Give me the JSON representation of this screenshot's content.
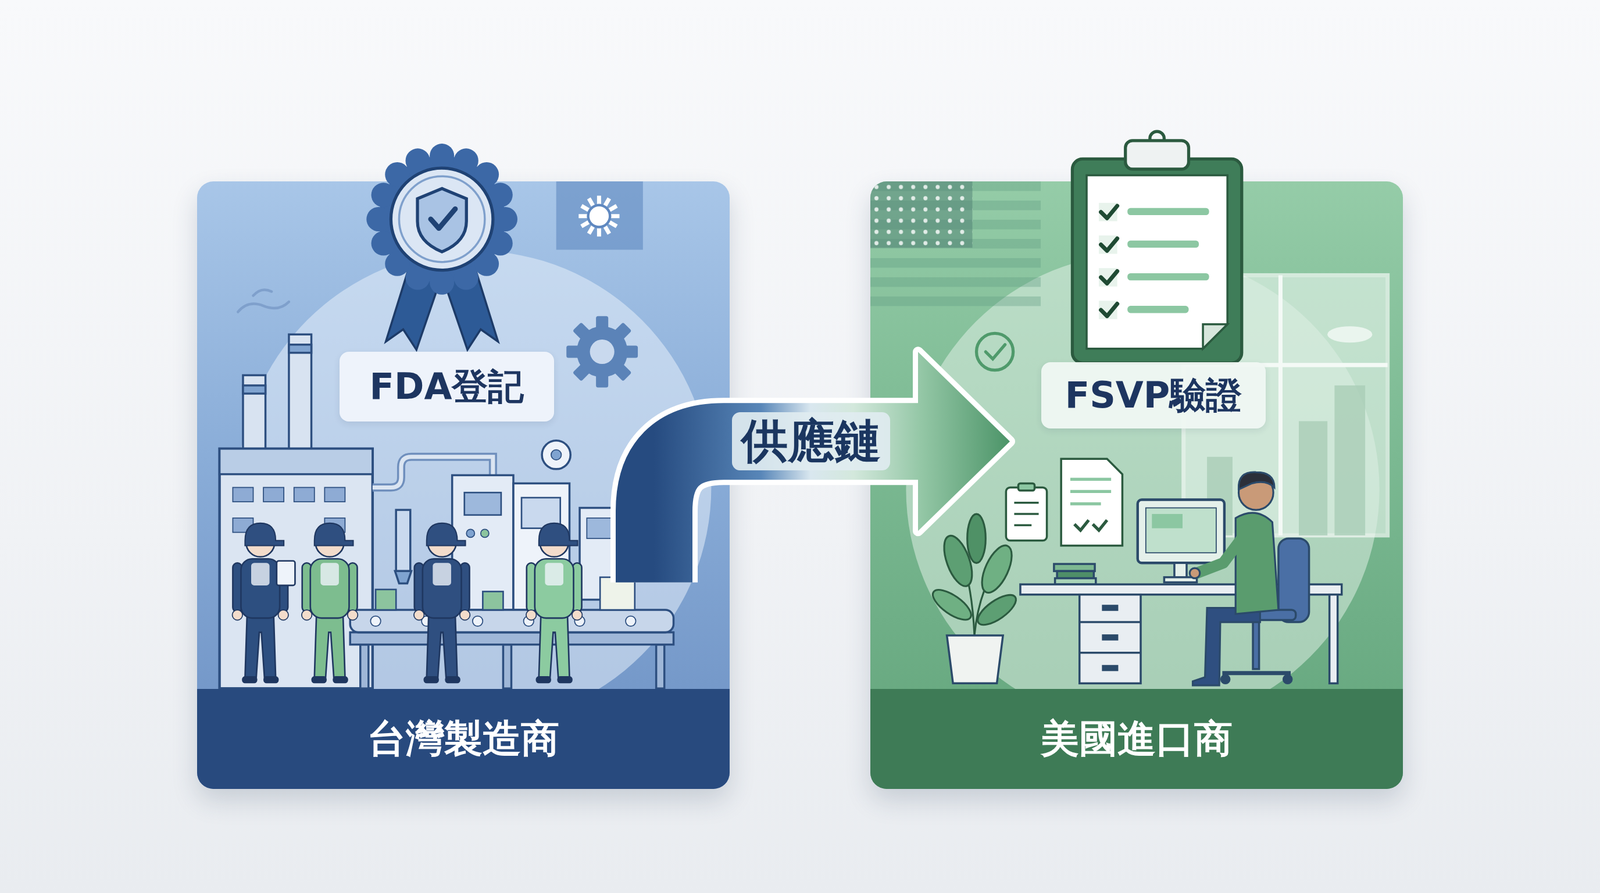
{
  "diagram": {
    "nodes": [
      {
        "text": [
          "台灣製造商"
        ]
      },
      {
        "text": [
          "FDA登記"
        ],
        "in": 0
      },
      {
        "text": [
          "美國進口商"
        ]
      },
      {
        "text": [
          "FSVP驗證"
        ],
        "in": 2
      }
    ],
    "edges": [
      {
        "from": 0,
        "to": 2,
        "label": "供應鏈",
        "arrow": "to"
      }
    ]
  }
}
